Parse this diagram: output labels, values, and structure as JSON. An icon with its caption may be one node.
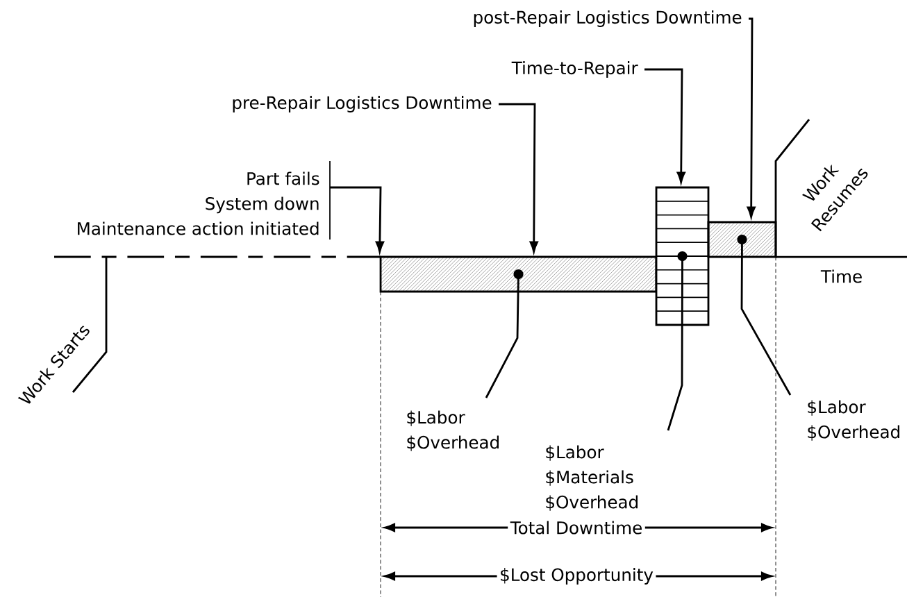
{
  "diagram": {
    "nodes": [
      {
        "text": [
          "Part fails",
          "System down",
          "Maintenance action initiated"
        ]
      },
      {
        "text": [
          "pre-Repair Logistics  Downtime"
        ]
      },
      {
        "text": [
          "Time-to-Repair"
        ]
      },
      {
        "text": [
          "post-Repair Logistics Downtime"
        ]
      },
      {
        "text": [],
        "shape": "bar"
      },
      {
        "text": [],
        "shape": "bar"
      },
      {
        "text": [],
        "shape": "bar"
      },
      {
        "text": [
          "$Labor",
          "$Overhead"
        ]
      },
      {
        "text": [
          "$Labor",
          "$Materials",
          "$Overhead"
        ]
      },
      {
        "text": [
          "$Labor",
          "$Overhead"
        ]
      },
      {
        "text": [
          "Work Starts"
        ]
      },
      {
        "text": [
          "Work",
          "Resumes"
        ]
      }
    ],
    "edges": [
      {
        "from": 0,
        "to": 4,
        "arrow": "to"
      },
      {
        "from": 1,
        "to": 4,
        "arrow": "to"
      },
      {
        "from": 2,
        "to": 5,
        "arrow": "to"
      },
      {
        "from": 3,
        "to": 6,
        "arrow": "to"
      },
      {
        "from": 7,
        "to": 4,
        "arrow": "other"
      },
      {
        "from": 8,
        "to": 5,
        "arrow": "other"
      },
      {
        "from": 9,
        "to": 6,
        "arrow": "other"
      },
      {
        "from": 10,
        "to": null,
        "arrow": "none"
      },
      {
        "from": 11,
        "to": null,
        "arrow": "none"
      }
    ],
    "labels": [
      "Time",
      "Total Downtime",
      "$Lost Opportunity"
    ]
  }
}
